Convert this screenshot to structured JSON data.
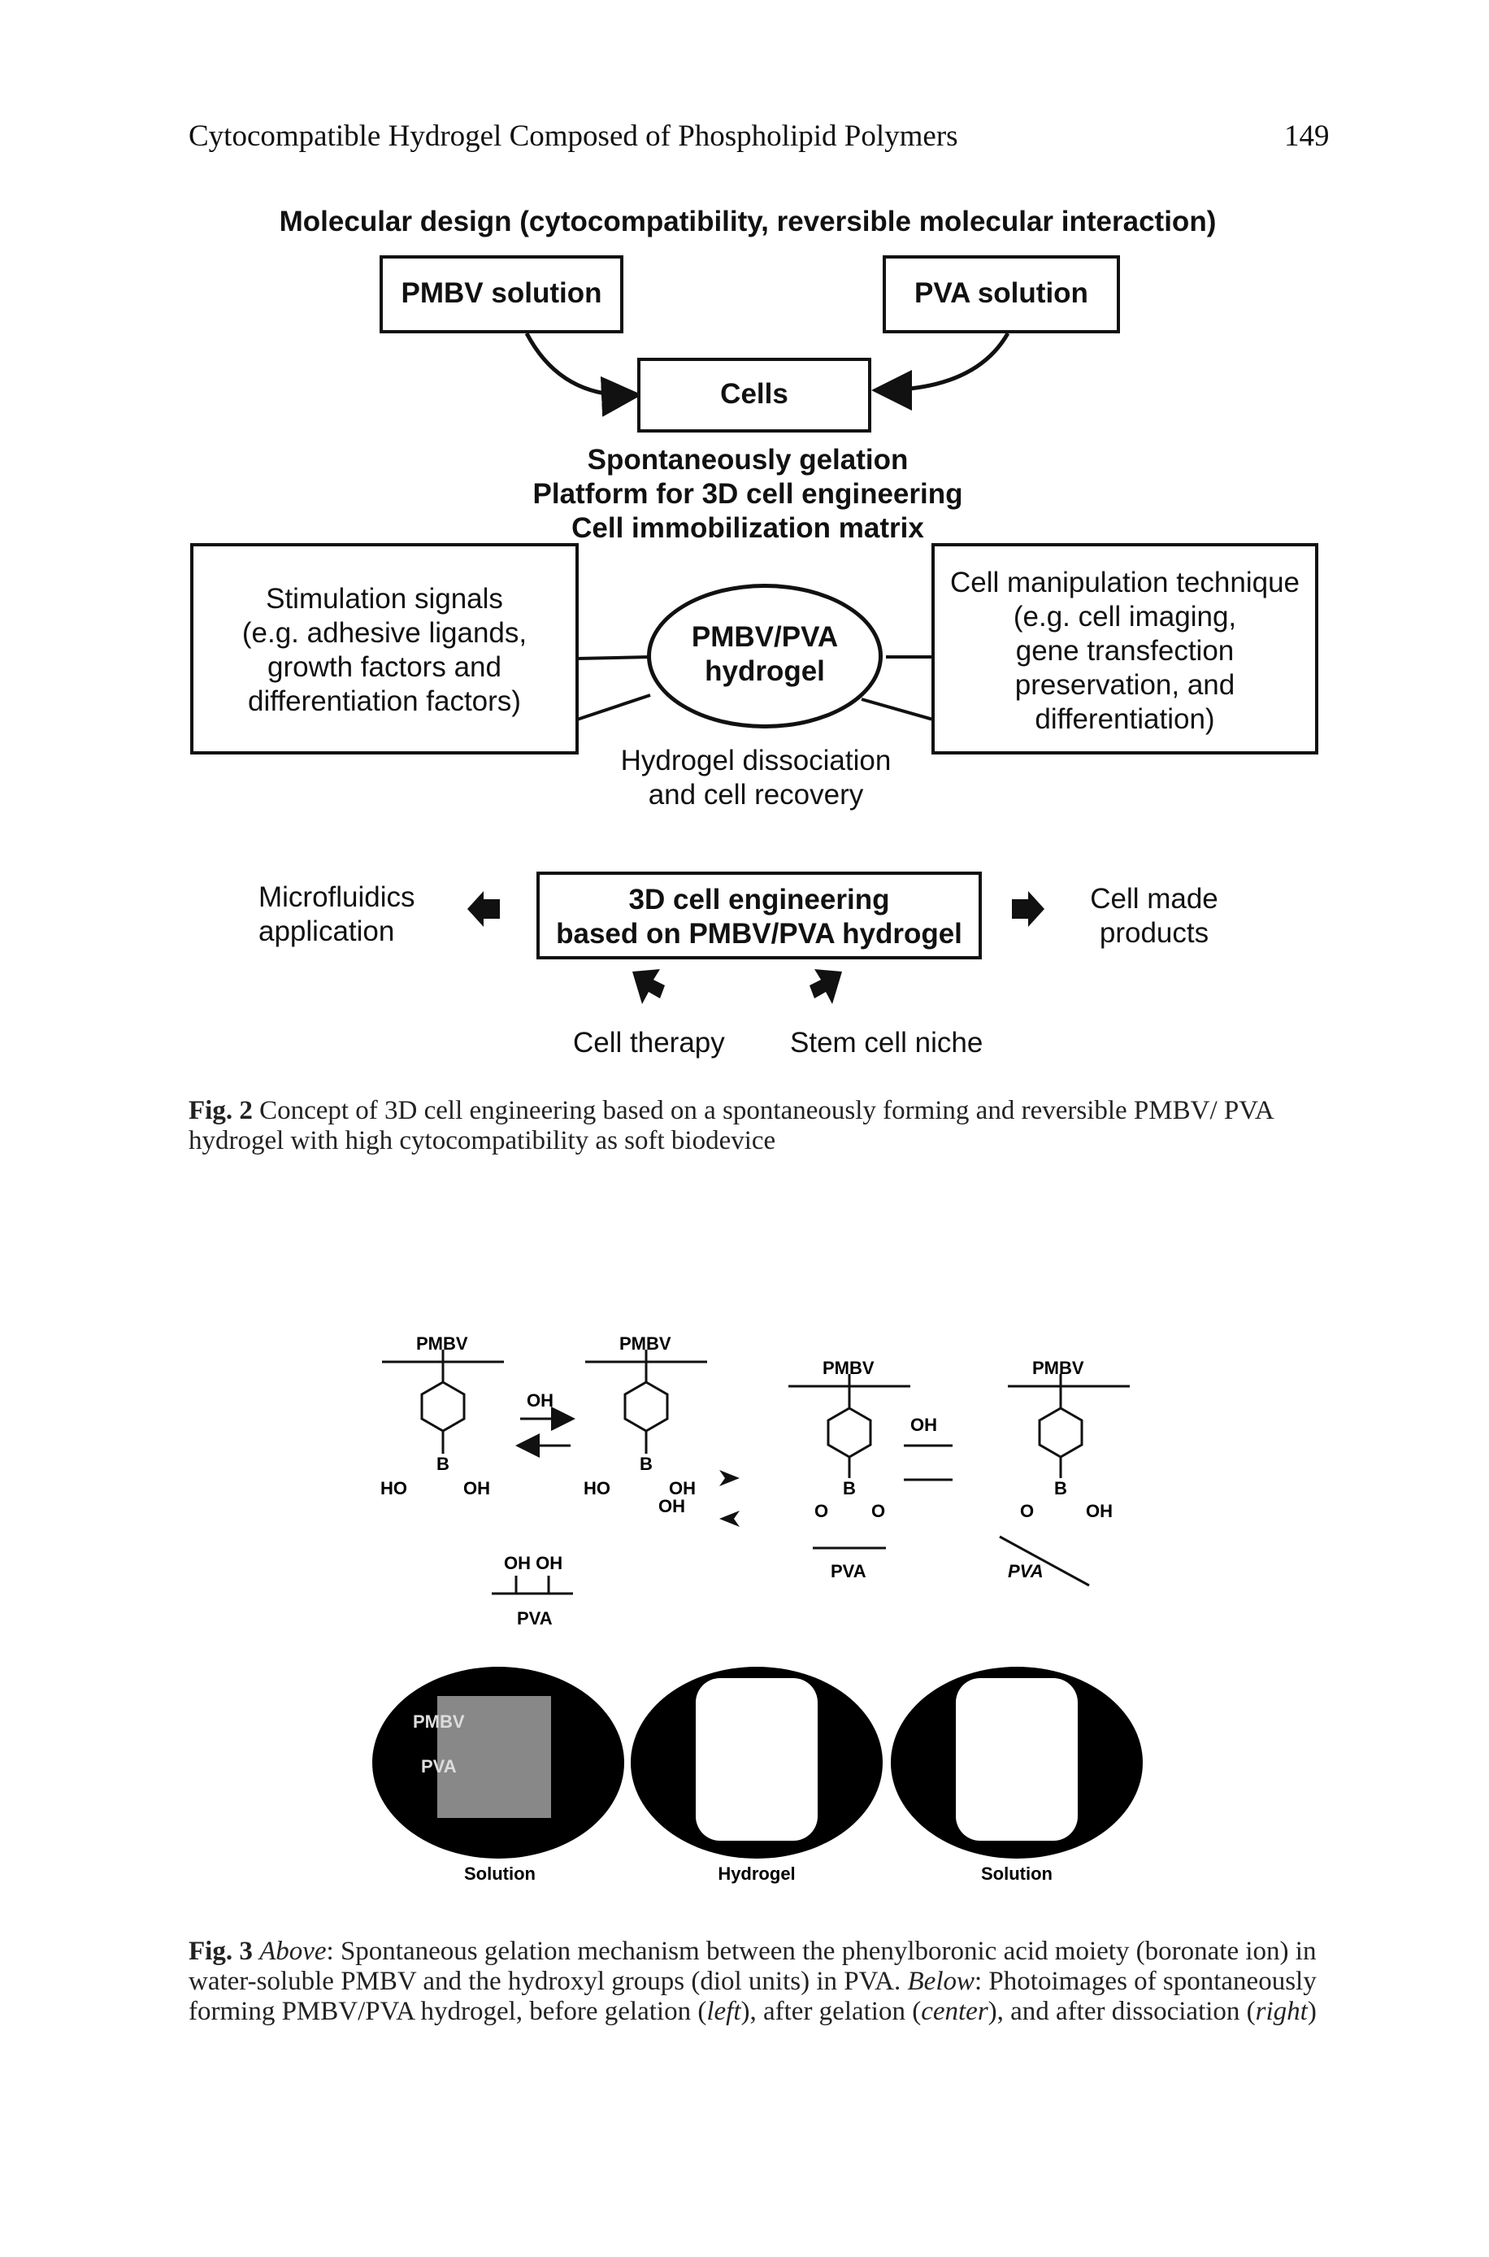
{
  "header": {
    "title": "Cytocompatible Hydrogel Composed of Phospholipid Polymers",
    "page_number": "149"
  },
  "figure2": {
    "heading": "Molecular design (cytocompatibility, reversible molecular interaction)",
    "pmbv_solution": "PMBV solution",
    "pva_solution": "PVA solution",
    "cells": "Cells",
    "middle_lines": [
      "Spontaneously gelation",
      "Platform for 3D cell engineering",
      "Cell immobilization matrix"
    ],
    "stimulation_lines": [
      "Stimulation signals",
      "(e.g. adhesive ligands,",
      "growth factors and",
      "differentiation factors)"
    ],
    "hydrogel_lines": [
      "PMBV/PVA",
      "hydrogel"
    ],
    "manipulation_lines": [
      "Cell manipulation technique",
      "(e.g. cell imaging,",
      "gene transfection",
      "preservation, and",
      "differentiation)"
    ],
    "dissociation_lines": [
      "Hydrogel dissociation",
      "and cell recovery"
    ],
    "microfluidics_lines": [
      "Microfluidics",
      "application"
    ],
    "engineering_lines": [
      "3D cell engineering",
      "based on PMBV/PVA hydrogel"
    ],
    "products_lines": [
      "Cell made",
      "products"
    ],
    "cell_therapy": "Cell therapy",
    "stem_cell_niche": "Stem cell niche"
  },
  "caption2": {
    "label": "Fig. 2",
    "text": "Concept of 3D cell engineering based on a spontaneously forming and reversible PMBV/ PVA hydrogel with high cytocompatibility as soft biodevice"
  },
  "figure3": {
    "pmbv": "PMBV",
    "pva": "PVA",
    "oh_minus": "OH",
    "ho": "HO",
    "oh": "OH",
    "b": "B",
    "o": "O",
    "diol": "OH OH",
    "photo_labels": [
      "Solution",
      "Hydrogel",
      "Solution"
    ],
    "vial_labels": [
      "PMBV",
      "PVA"
    ]
  },
  "caption3": {
    "label": "Fig. 3",
    "above": "Above",
    "above_text": ": Spontaneous gelation mechanism between the phenylboronic acid moiety (boronate ion) in water-soluble PMBV and the hydroxyl groups (diol units) in PVA.",
    "below": "Below",
    "below_text": ": Photoimages of spontaneously forming PMBV/PVA hydrogel, before gelation (",
    "left": "left",
    "mid1": "), after gelation (",
    "center": "center",
    "mid2": "), and after dissociation (",
    "right": "right",
    "end": ")"
  }
}
